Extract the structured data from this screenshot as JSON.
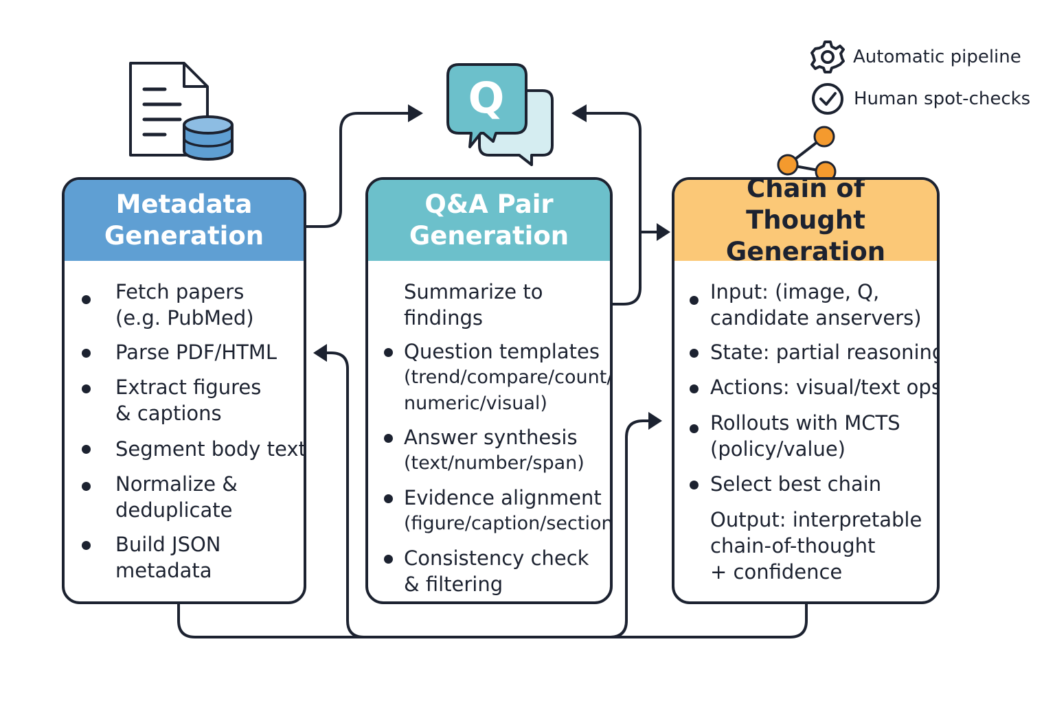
{
  "legend": {
    "automatic": "Automatic pipeline",
    "human": "Human spot-checks"
  },
  "panels": {
    "metadata": {
      "title_line1": "Metadata",
      "title_line2": "Generation",
      "color": "#5f9fd3",
      "items": [
        {
          "line1": "Fetch papers",
          "line2": "(e.g. PubMed)"
        },
        {
          "line1": "Parse PDF/HTML"
        },
        {
          "line1": "Extract figures",
          "line2": "& captions"
        },
        {
          "line1": "Segment body text"
        },
        {
          "line1": "Normalize &",
          "line2": "deduplicate"
        },
        {
          "line1": "Build JSON",
          "line2": "metadata"
        }
      ]
    },
    "qa": {
      "title_line1": "Q&A Pair",
      "title_line2": "Generation",
      "color": "#6cc0cb",
      "icon_letter": "Q",
      "items": [
        {
          "line1": "Summarize to",
          "line2": "findings"
        },
        {
          "line1": "Question templates",
          "line2": "(trend/compare/count/",
          "line3": "numeric/visual)"
        },
        {
          "line1": "Answer synthesis",
          "line2": "(text/number/span)"
        },
        {
          "line1": "Evidence alignment",
          "line2": "(figure/caption/section)"
        },
        {
          "line1": "Consistency check",
          "line2": "& filtering"
        }
      ]
    },
    "cot": {
      "title_line1": "Chain of",
      "title_line2": "Thought Generation",
      "color": "#fbc877",
      "items": [
        {
          "line1": "Input: (image, Q,",
          "line2": "candidate anservers)"
        },
        {
          "line1": "State: partial reasoning"
        },
        {
          "line1": "Actions: visual/text ops"
        },
        {
          "line1": "Rollouts with MCTS",
          "line2": "(policy/value)"
        },
        {
          "line1": "Select best chain"
        },
        {
          "line1": "Output: interpretable",
          "line2": "chain-of-thought",
          "line3": "+ confidence"
        }
      ]
    }
  }
}
